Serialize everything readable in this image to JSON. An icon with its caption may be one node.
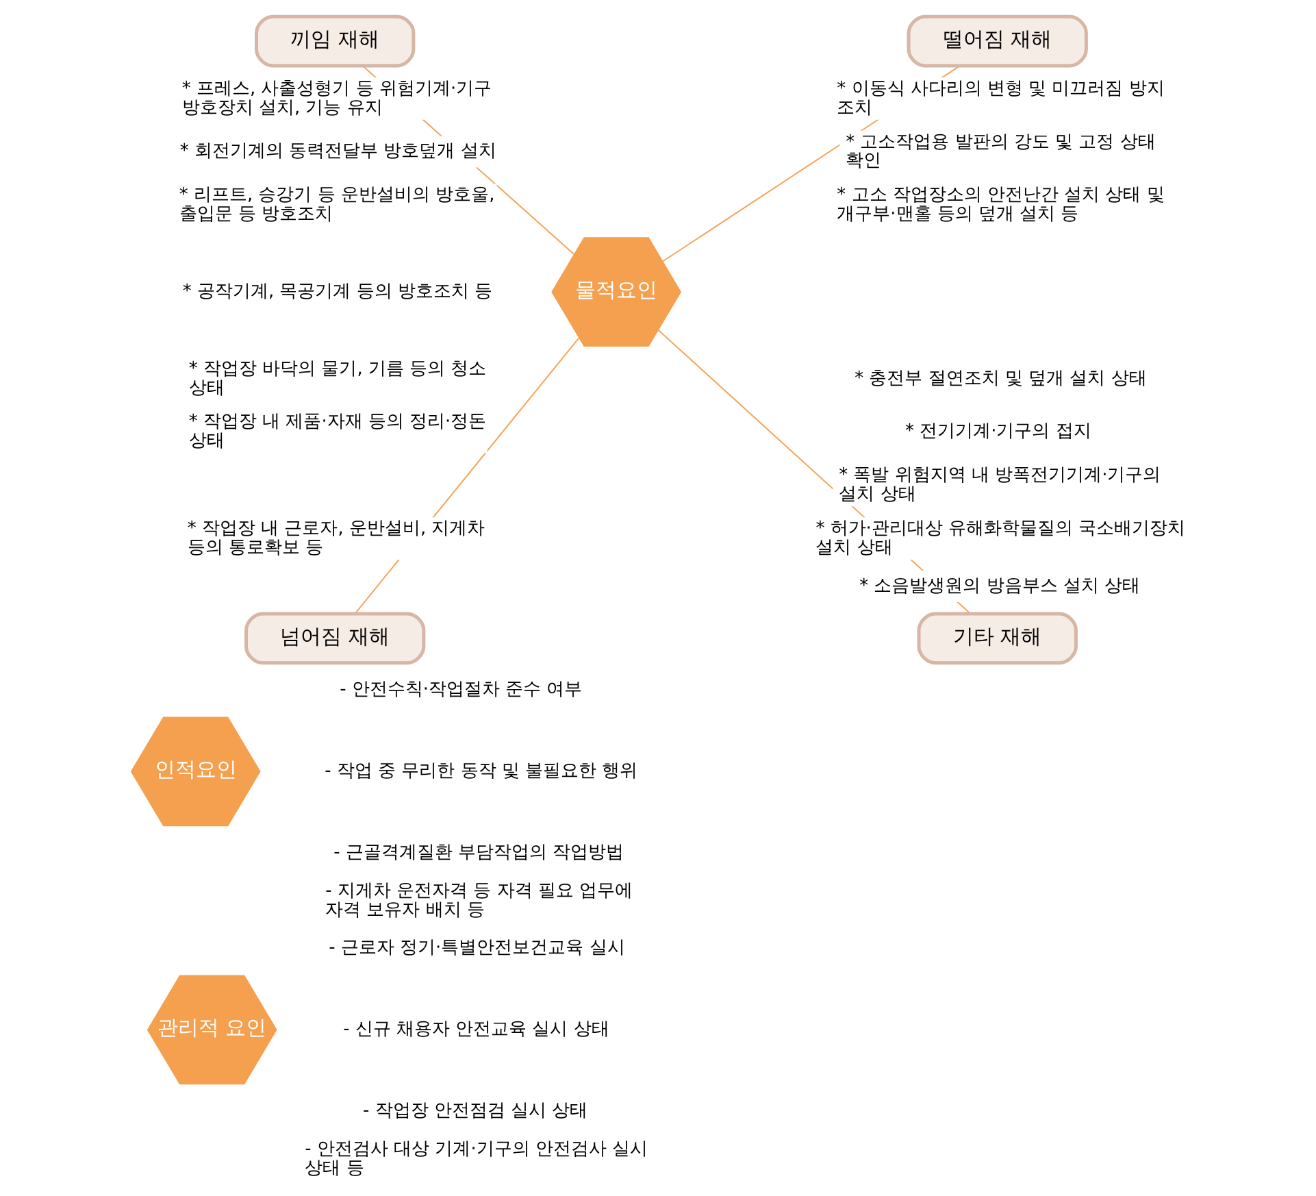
{
  "diagram": {
    "nodes": [
      {
        "text": [
          "끼임 재해"
        ]
      },
      {
        "text": [
          "떨어짐 재해"
        ]
      },
      {
        "text": [
          "물적요인"
        ]
      },
      {
        "text": [
          "넘어짐 재해"
        ]
      },
      {
        "text": [
          "기타 재해"
        ]
      },
      {
        "text": [
          "인적요인"
        ]
      },
      {
        "text": [
          "관리적 요인"
        ]
      }
    ],
    "edges": [
      {
        "from": 2,
        "to": 0,
        "arrow": "none"
      },
      {
        "from": 2,
        "to": 1,
        "arrow": "none"
      },
      {
        "from": 2,
        "to": 3,
        "arrow": "none"
      },
      {
        "from": 2,
        "to": 4,
        "arrow": "none"
      }
    ],
    "labels": [
      "* 프레스, 사출성형기 등 위험기계·기구 방호장치 설치, 기능 유지",
      "* 회전기계의 동력전달부 방호덮개 설치",
      "* 리프트, 승강기 등 운반설비의 방호울, 출입문 등 방호조치",
      "* 공작기계, 목공기계 등의 방호조치 등",
      "* 이동식 사다리의 변형 및 미끄러짐 방지 조치",
      "* 고소작업용 발판의 강도 및 고정 상태 확인",
      "* 고소 작업장소의 안전난간 설치 상태 및 개구부·맨홀 등의 덮개 설치 등",
      "* 작업장 바닥의 물기, 기름 등의 청소 상태",
      "* 작업장 내 제품·자재 등의 정리·정돈 상태",
      "* 작업장 내 근로자, 운반설비, 지게차 등의 통로확보 등",
      "* 충전부 절연조치 및 덮개 설치 상태",
      "* 전기기계·기구의 접지",
      "* 폭발 위험지역 내 방폭전기기계·기구의 설치 상태",
      "* 허가·관리대상 유해화학물질의 국소배기장치 설치 상태",
      "* 소음발생원의 방음부스 설치 상태",
      "- 안전수칙·작업절차 준수 여부",
      "- 작업 중 무리한 동작 및 불필요한 행위",
      "- 근골격계질환 부담작업의 작업방법",
      "- 지게차 운전자격 등 자격 필요 업무에 자격 보유자 배치 등",
      "- 근로자 정기·특별안전보건교육 실시",
      "- 신규 채용자 안전교육 실시 상태",
      "- 작업장 안전점검 실시 상태",
      "- 안전검사 대상 기계·기구의 안전검사 실시 상태 등"
    ]
  }
}
